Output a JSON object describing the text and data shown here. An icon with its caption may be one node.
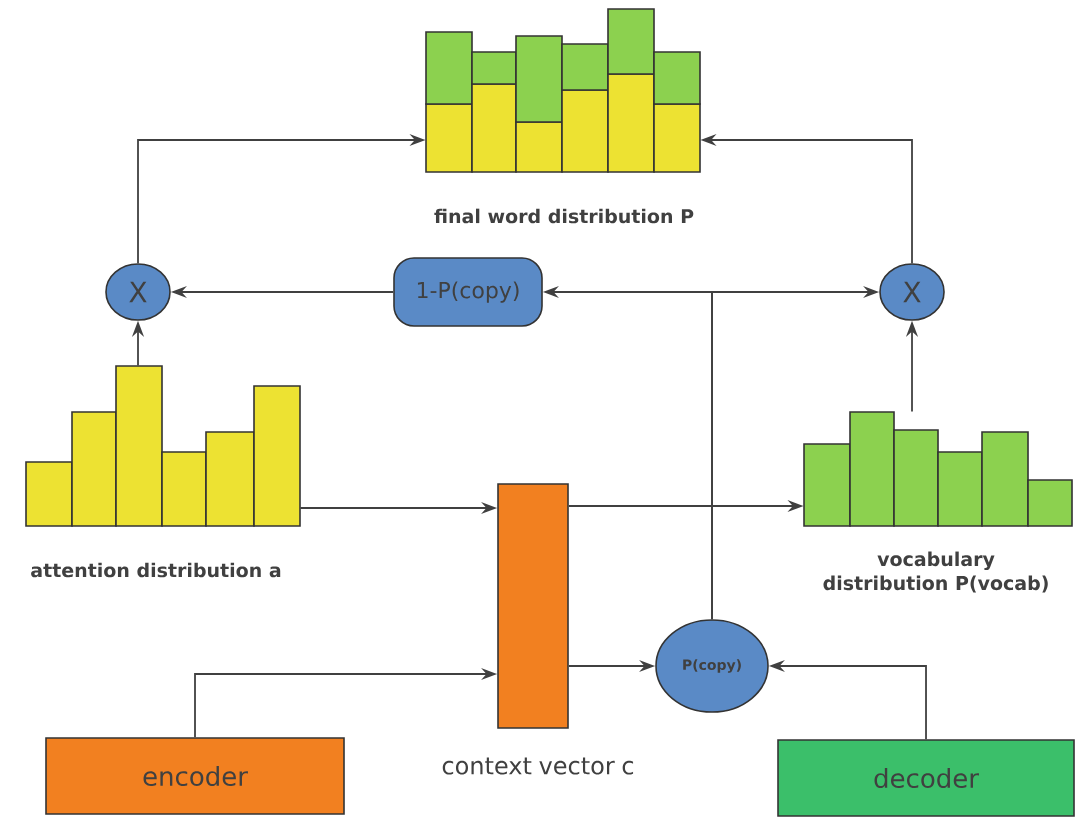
{
  "diagram": {
    "nodes": [
      {
        "text": [],
        "shape": "picture",
        "beside": [
          "final word distribution P"
        ]
      },
      {
        "text": [
          "X"
        ]
      },
      {
        "text": [
          "1-P(copy)"
        ]
      },
      {
        "text": [
          "X"
        ]
      },
      {
        "text": [],
        "shape": "picture",
        "beside": [
          "attention distribution a"
        ]
      },
      {
        "text": [],
        "shape": "picture",
        "beside": [
          "vocabulary distribution P(vocab)"
        ]
      },
      {
        "text": [],
        "shape": "bar",
        "beside": [
          "context vector c"
        ]
      },
      {
        "text": [
          "P(copy)"
        ]
      },
      {
        "text": [
          "encoder"
        ]
      },
      {
        "text": [
          "decoder"
        ]
      }
    ],
    "edges": [
      {
        "from": 1,
        "to": 0,
        "arrow": "to"
      },
      {
        "from": 3,
        "to": 0,
        "arrow": "to"
      },
      {
        "from": 2,
        "to": 1,
        "arrow": "to"
      },
      {
        "from": 4,
        "to": 1,
        "arrow": "to"
      },
      {
        "from": 5,
        "to": 3,
        "arrow": "to"
      },
      {
        "from": 4,
        "to": 6,
        "arrow": "to"
      },
      {
        "from": 6,
        "to": 5,
        "arrow": "to"
      },
      {
        "from": 6,
        "to": 7,
        "arrow": "to"
      },
      {
        "from": 8,
        "to": 6,
        "arrow": "to"
      },
      {
        "from": 9,
        "to": 7,
        "arrow": "to"
      },
      {
        "from": 7,
        "to": 2,
        "arrow": "to"
      },
      {
        "from": 7,
        "to": 3,
        "arrow": "to"
      }
    ]
  }
}
